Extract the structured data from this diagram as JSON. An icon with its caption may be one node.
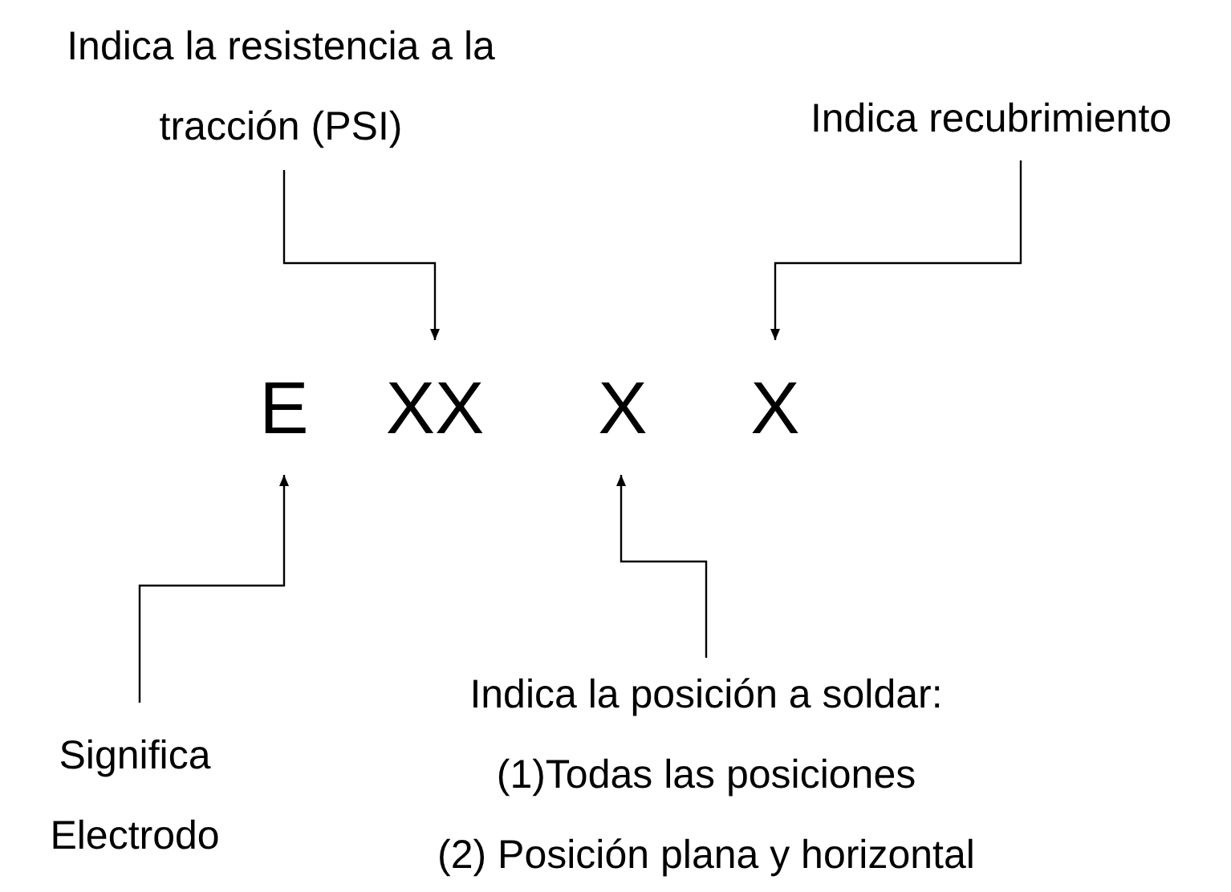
{
  "diagram": {
    "nodes": [
      {
        "text": [
          "Indica la resistencia a la tracción (PSI)"
        ]
      },
      {
        "text": [
          "Indica recubrimiento"
        ]
      },
      {
        "text": [
          "E"
        ]
      },
      {
        "text": [
          "XX"
        ]
      },
      {
        "text": [
          "X"
        ]
      },
      {
        "text": [
          "X"
        ]
      },
      {
        "text": [
          "Significa Electrodo"
        ]
      },
      {
        "text": [
          "Indica la posición a soldar:",
          "(1)Todas las posiciones",
          "(2) Posición plana y horizontal"
        ]
      }
    ],
    "edges": [
      {
        "from": 0,
        "to": 3,
        "arrow": "to"
      },
      {
        "from": 1,
        "to": 5,
        "arrow": "to"
      },
      {
        "from": 6,
        "to": 2,
        "arrow": "to"
      },
      {
        "from": 7,
        "to": 4,
        "arrow": "to"
      }
    ]
  }
}
